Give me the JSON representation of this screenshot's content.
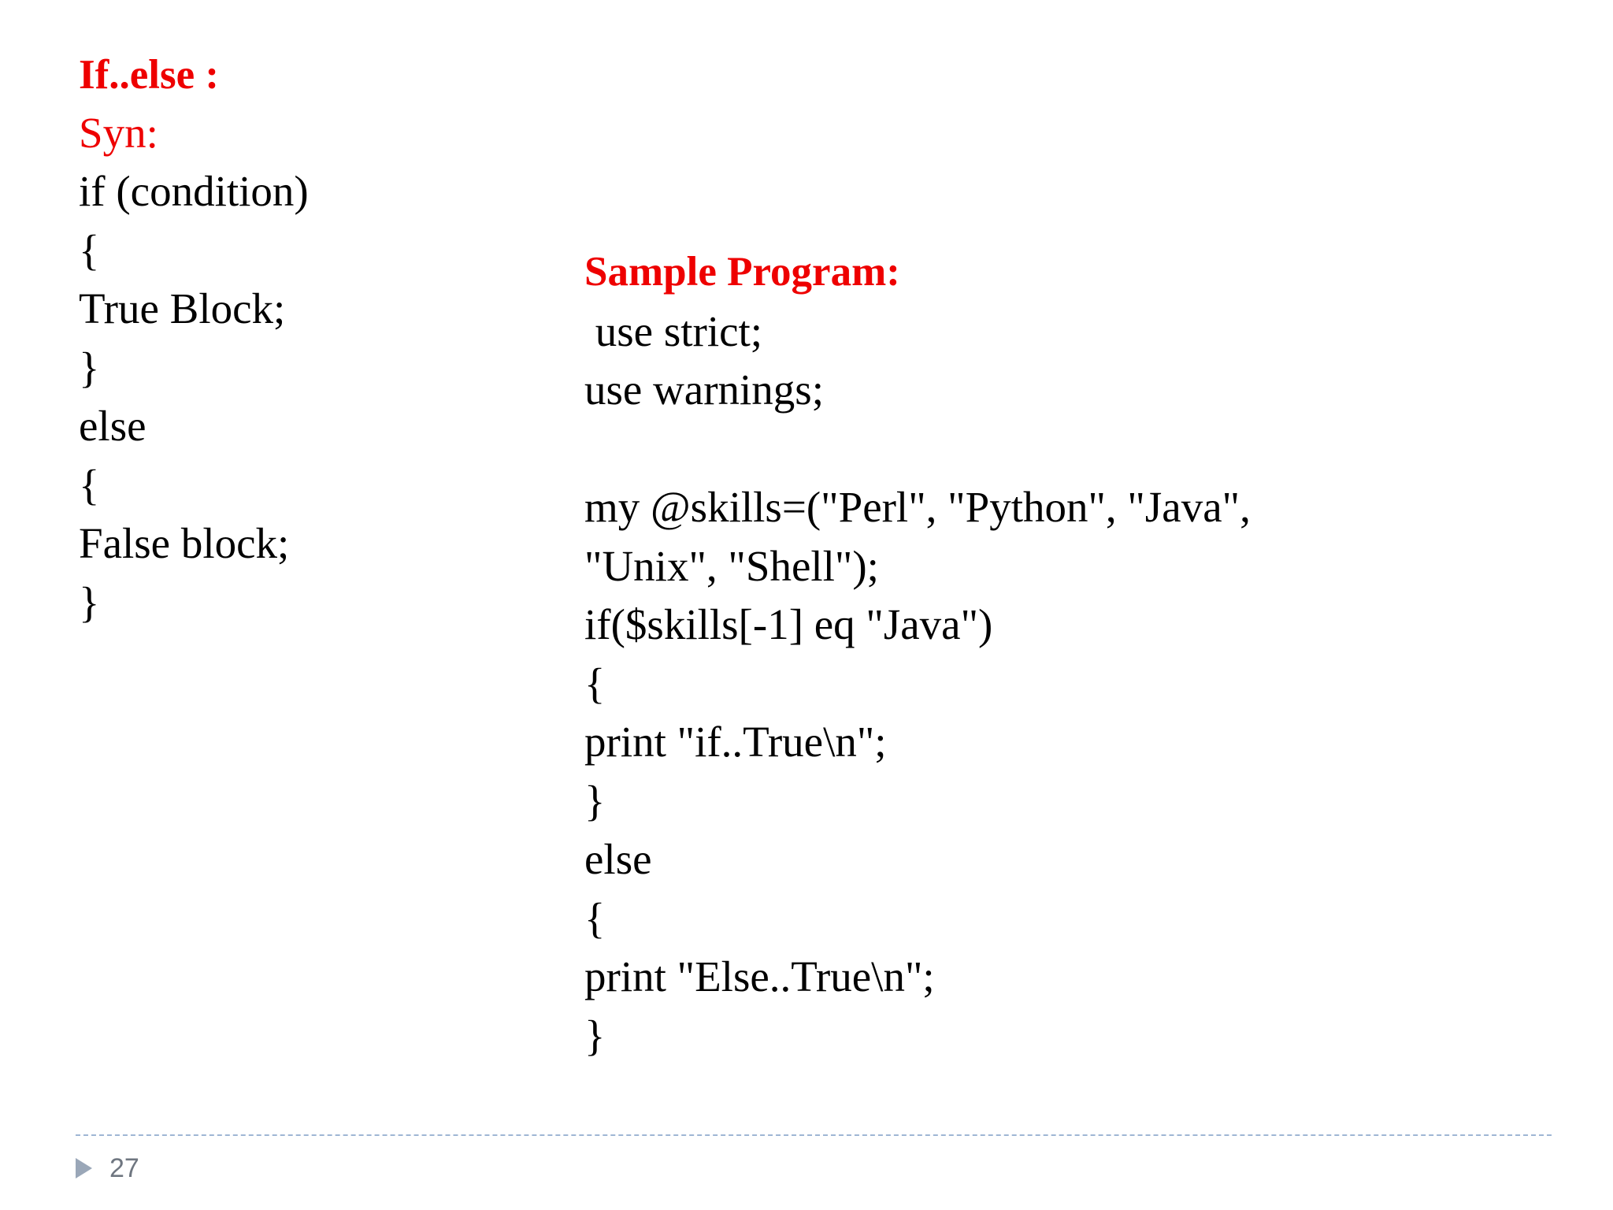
{
  "slide": {
    "background_color": "#ffffff",
    "accent_color": "#ee0000",
    "body_color": "#000000",
    "rule_color": "#9fb6d4"
  },
  "left_column": {
    "title": "If..else :",
    "subtitle": "Syn:",
    "code_lines": [
      "if (condition)",
      "{",
      "True Block;",
      "}",
      "else",
      "{",
      "False block;",
      "}"
    ]
  },
  "right_column": {
    "title": "Sample Program:",
    "code_lines": [
      " use strict;",
      "use warnings;",
      "",
      "my @skills=(\"Perl\", \"Python\", \"Java\",",
      "\"Unix\", \"Shell\");",
      "if($skills[-1] eq \"Java\")",
      "{",
      "print \"if..True\\n\";",
      "}",
      "else",
      "{",
      "print \"Else..True\\n\";",
      "}"
    ]
  },
  "footer": {
    "page_number": "27",
    "marker_icon": "triangle-right-icon"
  }
}
